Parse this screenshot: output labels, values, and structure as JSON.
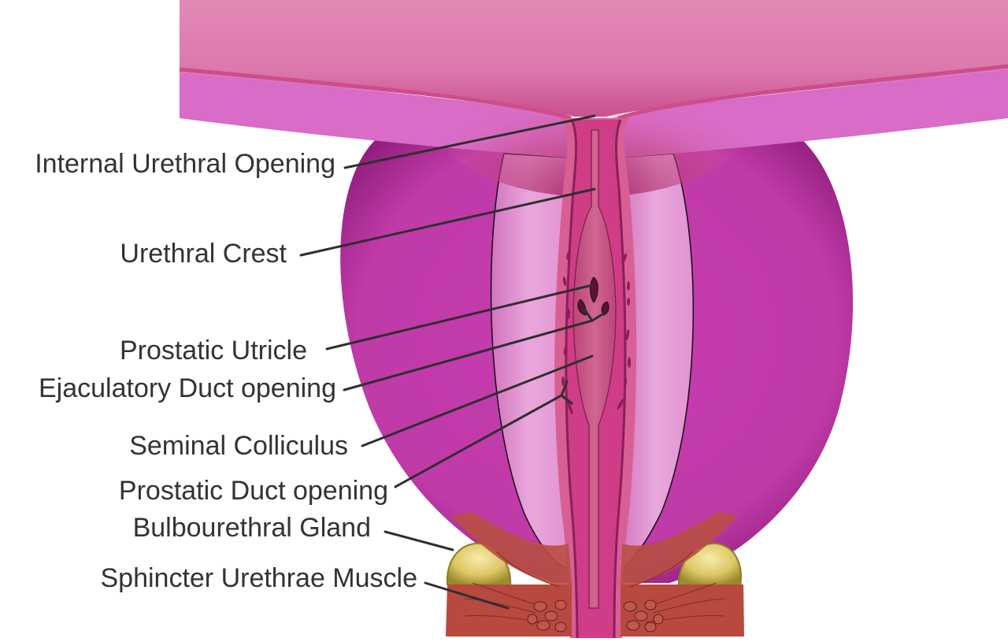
{
  "labels": {
    "internal_urethral_opening": "Internal Urethral Opening",
    "urethral_crest": "Urethral Crest",
    "prostatic_utricle": "Prostatic Utricle",
    "ejaculatory_duct_opening": "Ejaculatory Duct opening",
    "seminal_colliculus": "Seminal Colliculus",
    "prostatic_duct_opening": "Prostatic Duct opening",
    "bulbourethral_gland": "Bulbourethral Gland",
    "sphincter_urethrae_muscle": "Sphincter Urethrae Muscle"
  },
  "colors": {
    "bladder": "#e088b4",
    "bladder_deep": "#c23a86",
    "bladder_wall": "#d86cc6",
    "prostate": "#c03aa8",
    "prostate_shadow": "#8e1c7a",
    "cut_surface": "#e7a2db",
    "urethra": "#cf3d86",
    "urethra_rim": "#d85f94",
    "colliculus": "#c4527e",
    "gland": "#d6c062",
    "muscle": "#b7493f",
    "leader_line": "#2f2f2f",
    "label_text": "#333333"
  }
}
